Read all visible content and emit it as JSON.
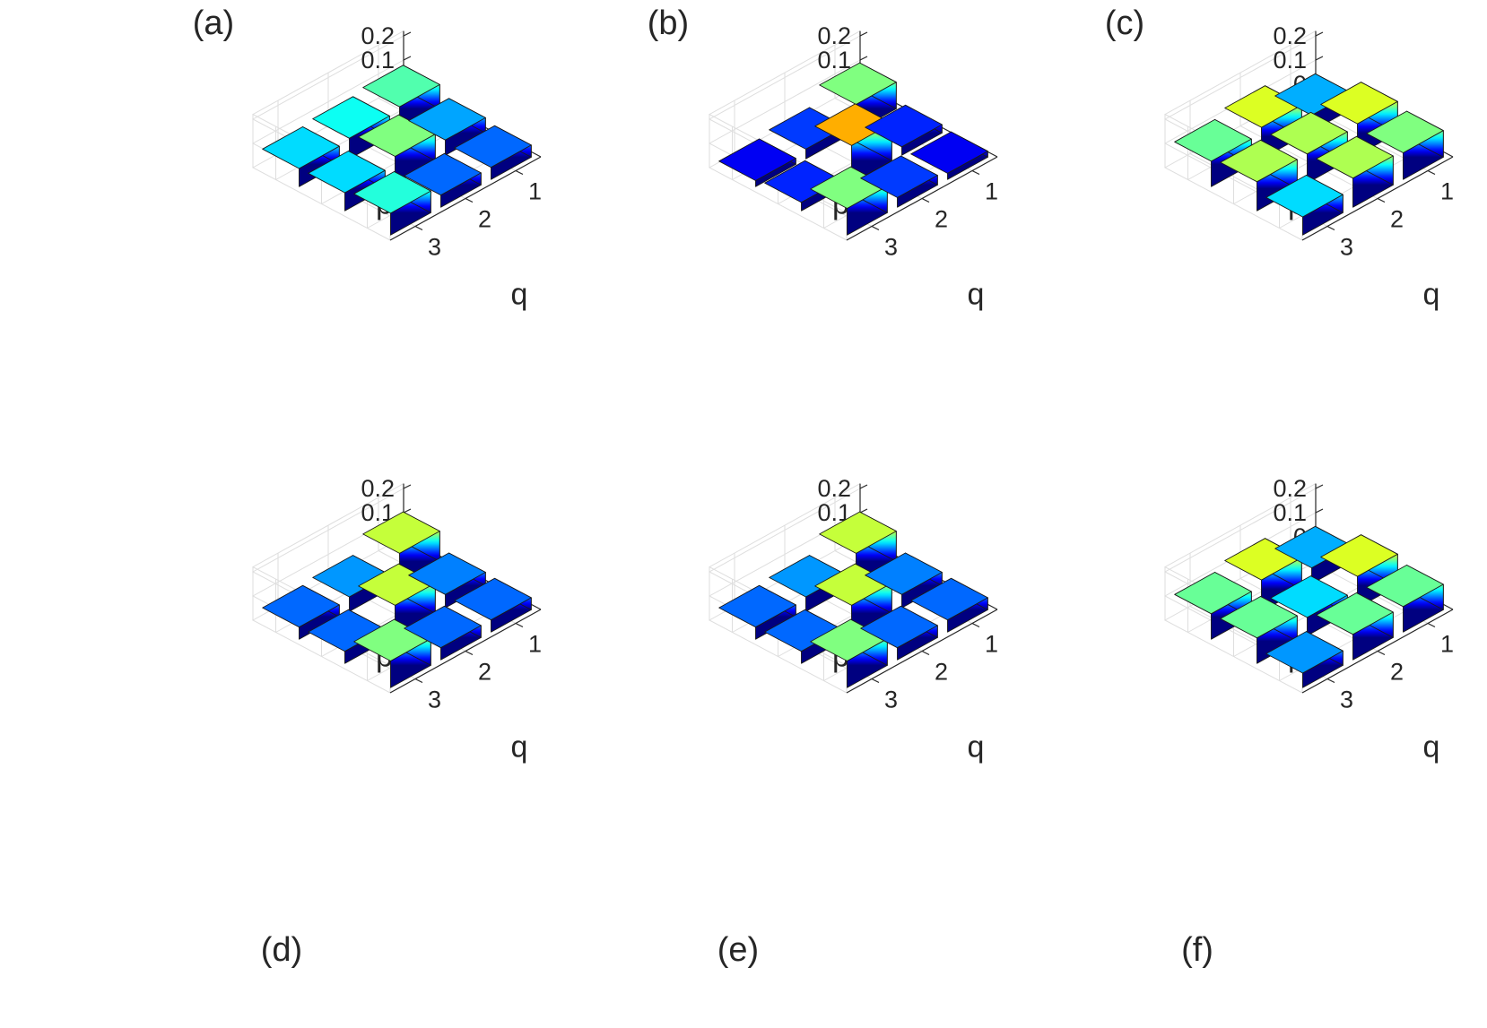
{
  "chart_data": [
    {
      "type": "bar3d",
      "panel_label": "(a)",
      "xlabel": "p",
      "ylabel": "q",
      "x_ticks": [
        "1",
        "2",
        "3"
      ],
      "y_ticks": [
        "1",
        "2",
        "3"
      ],
      "z_ticks": [
        "0",
        "0.1",
        "0.2"
      ],
      "zlim": [
        0,
        0.22
      ],
      "grid": true,
      "values": [
        [
          0.1,
          0.085,
          0.075
        ],
        [
          0.063,
          0.11,
          0.075
        ],
        [
          0.05,
          0.05,
          0.09
        ]
      ]
    },
    {
      "type": "bar3d",
      "panel_label": "(b)",
      "xlabel": "p",
      "ylabel": "q",
      "x_ticks": [
        "1",
        "2",
        "3"
      ],
      "y_ticks": [
        "1",
        "2",
        "3"
      ],
      "z_ticks": [
        "0",
        "0.1",
        "0.2"
      ],
      "zlim": [
        0,
        0.22
      ],
      "grid": true,
      "values": [
        [
          0.11,
          0.04,
          0.025
        ],
        [
          0.035,
          0.155,
          0.035
        ],
        [
          0.025,
          0.04,
          0.11
        ]
      ]
    },
    {
      "type": "bar3d",
      "panel_label": "(c)",
      "xlabel": "p",
      "ylabel": "q",
      "x_ticks": [
        "1",
        "2",
        "3"
      ],
      "y_ticks": [
        "1",
        "2",
        "3"
      ],
      "z_ticks": [
        "0",
        "0.1",
        "0.2"
      ],
      "zlim": [
        0,
        0.22
      ],
      "grid": true,
      "values": [
        [
          0.065,
          0.13,
          0.105
        ],
        [
          0.13,
          0.12,
          0.12
        ],
        [
          0.11,
          0.12,
          0.075
        ]
      ]
    },
    {
      "type": "bar3d",
      "panel_label": "(d)",
      "xlabel": "p",
      "ylabel": "q",
      "x_ticks": [
        "1",
        "2",
        "3"
      ],
      "y_ticks": [
        "1",
        "2",
        "3"
      ],
      "z_ticks": [
        "0",
        "0.1",
        "0.2"
      ],
      "zlim": [
        0,
        0.22
      ],
      "grid": true,
      "values": [
        [
          0.125,
          0.06,
          0.05
        ],
        [
          0.055,
          0.125,
          0.05
        ],
        [
          0.05,
          0.05,
          0.11
        ]
      ]
    },
    {
      "type": "bar3d",
      "panel_label": "(e)",
      "xlabel": "p",
      "ylabel": "q",
      "x_ticks": [
        "1",
        "2",
        "3"
      ],
      "y_ticks": [
        "1",
        "2",
        "3"
      ],
      "z_ticks": [
        "0",
        "0.1",
        "0.2"
      ],
      "zlim": [
        0,
        0.22
      ],
      "grid": true,
      "values": [
        [
          0.125,
          0.06,
          0.05
        ],
        [
          0.055,
          0.125,
          0.05
        ],
        [
          0.05,
          0.05,
          0.11
        ]
      ]
    },
    {
      "type": "bar3d",
      "panel_label": "(f)",
      "xlabel": "p",
      "ylabel": "q",
      "x_ticks": [
        "1",
        "2",
        "3"
      ],
      "y_ticks": [
        "1",
        "2",
        "3"
      ],
      "z_ticks": [
        "0",
        "0.1",
        "0.2"
      ],
      "zlim": [
        0,
        0.22
      ],
      "grid": true,
      "values": [
        [
          0.065,
          0.13,
          0.105
        ],
        [
          0.13,
          0.075,
          0.105
        ],
        [
          0.105,
          0.105,
          0.06
        ]
      ]
    }
  ]
}
